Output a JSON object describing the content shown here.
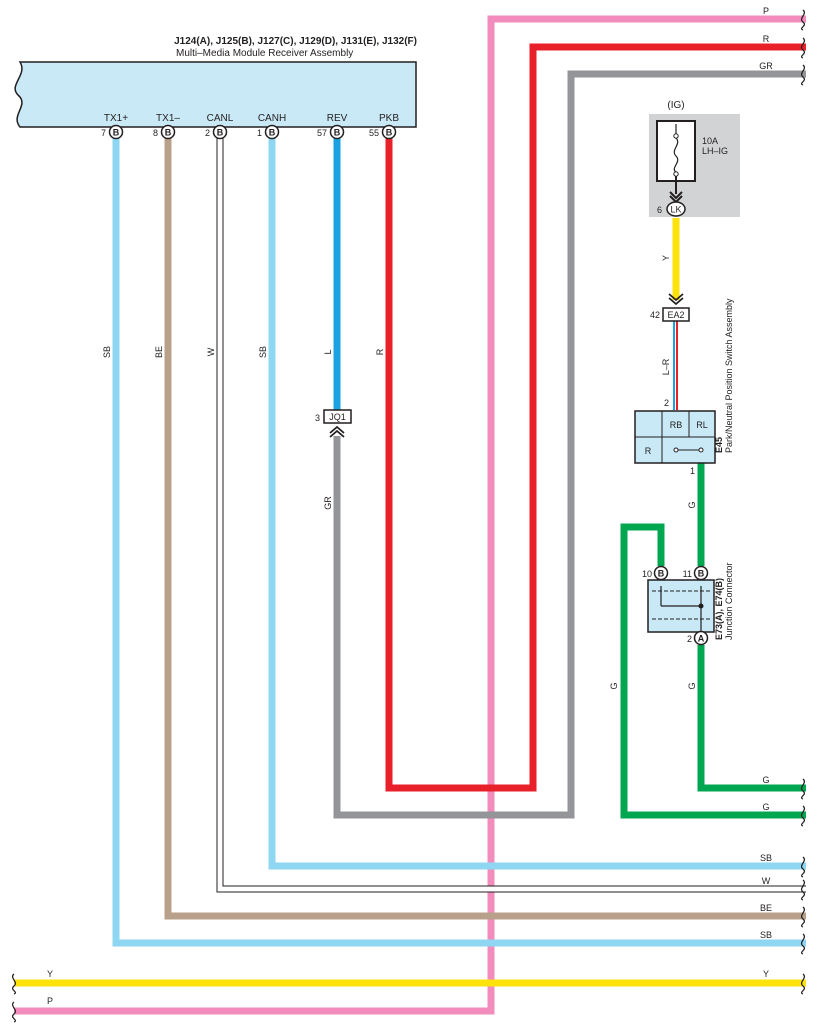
{
  "receiver": {
    "connectors": "J124(A), J125(B), J127(C), J129(D), J131(E), J132(F)",
    "name": "Multi–Media Module Receiver Assembly",
    "pins": [
      {
        "label": "TX1+",
        "num": "7",
        "conn": "B"
      },
      {
        "label": "TX1–",
        "num": "8",
        "conn": "B"
      },
      {
        "label": "CANL",
        "num": "2",
        "conn": "B"
      },
      {
        "label": "CANH",
        "num": "1",
        "conn": "B"
      },
      {
        "label": "REV",
        "num": "57",
        "conn": "B"
      },
      {
        "label": "PKB",
        "num": "55",
        "conn": "B"
      }
    ]
  },
  "wire_colors": {
    "SB": "#8fd6f2",
    "BE": "#b8a08a",
    "W": "#ffffff",
    "L": "#1aa3e0",
    "R": "#e8202a",
    "P": "#f28cbc",
    "GR": "#939598",
    "Y": "#fde20c",
    "G": "#00a650"
  },
  "wire_labels": {
    "tx1_plus": "SB",
    "tx1_minus": "BE",
    "canl": "W",
    "canh": "SB",
    "rev_upper": "L",
    "rev_lower": "GR",
    "pkb": "R",
    "fuse_out": "Y",
    "lr": "L–R",
    "e45_out": "G",
    "jc_out": "G",
    "g_left": "G"
  },
  "fuse": {
    "header": "(IG)",
    "rating": "10A",
    "name": "LH–IG",
    "pin": "6",
    "conn": "LK"
  },
  "ea2": {
    "pin": "42",
    "name": "EA2"
  },
  "jq1": {
    "pin": "3",
    "name": "JQ1"
  },
  "e45": {
    "pin_in": "2",
    "pin_out": "1",
    "cells": [
      "RB",
      "RL",
      "R"
    ],
    "id": "E45",
    "name": "Park/Neutral Position Switch Assembly"
  },
  "junction": {
    "pin_left": "10",
    "pin_right": "11",
    "pin_bottom": "2",
    "conn_left": "B",
    "conn_right": "B",
    "conn_bottom": "A",
    "id": "E73(A), E74(B)",
    "name": "Junction Connector"
  },
  "right_exits": [
    {
      "label": "P"
    },
    {
      "label": "R"
    },
    {
      "label": "GR"
    },
    {
      "label": "G"
    },
    {
      "label": "G"
    },
    {
      "label": "SB"
    },
    {
      "label": "W"
    },
    {
      "label": "BE"
    },
    {
      "label": "SB"
    }
  ],
  "bottom_wires": [
    {
      "label_left": "Y",
      "label_right": "Y"
    },
    {
      "label_left": "P"
    }
  ]
}
